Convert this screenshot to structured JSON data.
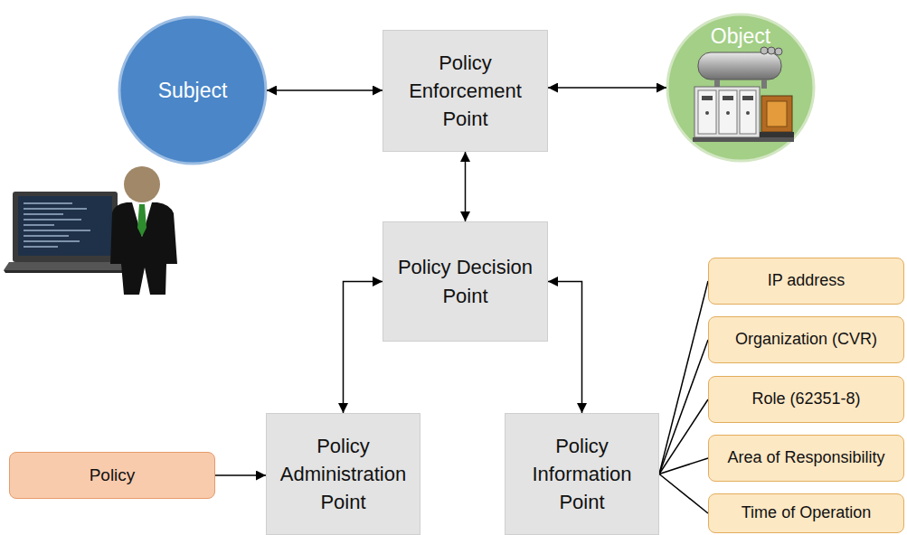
{
  "diagram": {
    "nodes": [
      {
        "text": [
          "Subject"
        ]
      },
      {
        "text": [
          "Policy Enforcement Point"
        ]
      },
      {
        "text": [
          "Object"
        ]
      },
      {
        "text": [
          "Policy Decision Point"
        ]
      },
      {
        "text": [
          "Policy"
        ]
      },
      {
        "text": [
          "Policy Administration Point"
        ]
      },
      {
        "text": [
          "Policy Information Point"
        ]
      },
      {
        "text": [
          "IP address"
        ]
      },
      {
        "text": [
          "Organization (CVR)"
        ]
      },
      {
        "text": [
          "Role (62351-8)"
        ]
      },
      {
        "text": [
          "Area of Responsibility"
        ]
      },
      {
        "text": [
          "Time of Operation"
        ]
      }
    ],
    "edges": [
      {
        "from": 0,
        "to": 1,
        "arrow": "both"
      },
      {
        "from": 1,
        "to": 2,
        "arrow": "both"
      },
      {
        "from": 1,
        "to": 3,
        "arrow": "both"
      },
      {
        "from": 3,
        "to": 5,
        "arrow": "both"
      },
      {
        "from": 3,
        "to": 6,
        "arrow": "both"
      },
      {
        "from": 4,
        "to": 5,
        "arrow": "to"
      },
      {
        "from": 6,
        "to": 7,
        "arrow": "none"
      },
      {
        "from": 6,
        "to": 8,
        "arrow": "none"
      },
      {
        "from": 6,
        "to": 9,
        "arrow": "none"
      },
      {
        "from": 6,
        "to": 10,
        "arrow": "none"
      },
      {
        "from": 6,
        "to": 11,
        "arrow": "none"
      }
    ]
  }
}
